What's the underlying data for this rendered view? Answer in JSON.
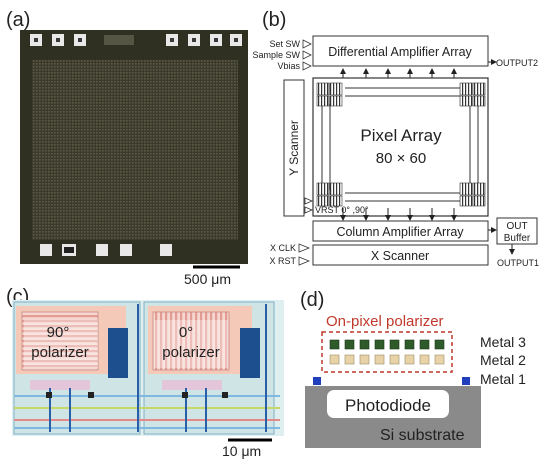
{
  "panels": {
    "a": {
      "label": "(a)",
      "scale_bar": "500 μm"
    },
    "b": {
      "label": "(b)",
      "differential_amplifier": "Differential Amplifier Array",
      "output2": "OUTPUT2",
      "output1": "OUTPUT1",
      "inputs_left": [
        "Set SW",
        "Sample SW",
        "Vbias"
      ],
      "y_scanner": "Y Scanner",
      "pixel_array_title": "Pixel Array",
      "pixel_array_size": "80 × 60",
      "vrst": "VRST 0°  ,90°",
      "column_amplifier": "Column Amplifier Array",
      "out_buffer_line1": "OUT",
      "out_buffer_line2": "Buffer",
      "x_clk": "X CLK",
      "x_rst": "X RST",
      "x_scanner": "X Scanner"
    },
    "c": {
      "label": "(c)",
      "pol90_line1": "90°",
      "pol90_line2": "polarizer",
      "pol0_line1": "0°",
      "pol0_line2": "polarizer",
      "scale_bar": "10 μm"
    },
    "d": {
      "label": "(d)",
      "on_pixel": "On-pixel polarizer",
      "metal3": "Metal 3",
      "metal2": "Metal 2",
      "metal1": "Metal 1",
      "photodiode": "Photodiode",
      "substrate": "Si substrate"
    }
  },
  "colors": {
    "chip_dark": "#2f2f22",
    "pad_white": "#f2f2f2",
    "polarizer_red": "#c0392b",
    "metal3_green": "#2f5a2a",
    "metal2_tan": "#e8d3a8",
    "metal1_blue": "#1f3fbf",
    "substrate_gray": "#8a8a8a",
    "layout_blue": "#1d4f8f",
    "layout_pink": "#f3c8c0"
  }
}
